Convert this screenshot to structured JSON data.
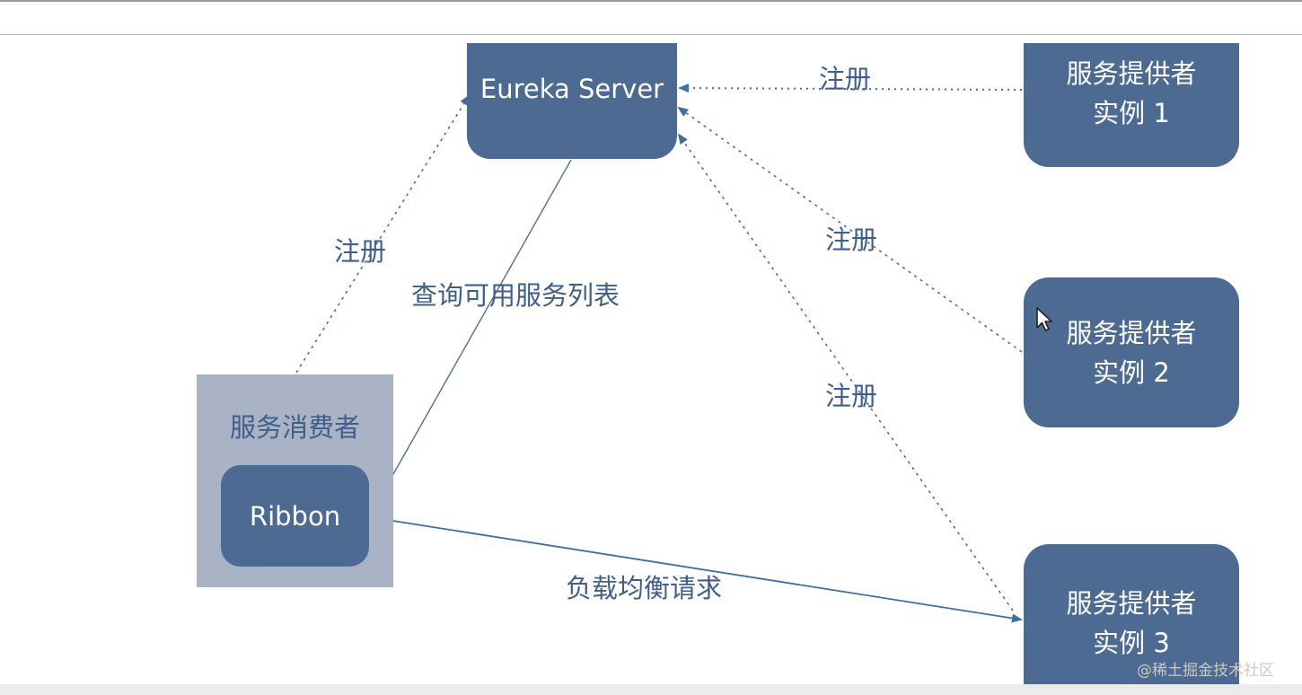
{
  "nodes": {
    "eureka": "Eureka Server",
    "provider1": {
      "line1": "服务提供者",
      "line2": "实例 1"
    },
    "provider2": {
      "line1": "服务提供者",
      "line2": "实例 2"
    },
    "provider3": {
      "line1": "服务提供者",
      "line2": "实例 3"
    },
    "consumer": "服务消费者",
    "ribbon": "Ribbon"
  },
  "edges": {
    "consumer_register": "注册",
    "query_service_list": "查询可用服务列表",
    "provider1_register": "注册",
    "provider2_register": "注册",
    "provider3_register": "注册",
    "load_balance_request": "负载均衡请求"
  },
  "watermark": "@稀土掘金技术社区",
  "colors": {
    "node_fill": "#4c6a92",
    "consumer_fill": "#aab3c6",
    "label": "#3f5f8a",
    "edge": "#3f6ea0"
  }
}
